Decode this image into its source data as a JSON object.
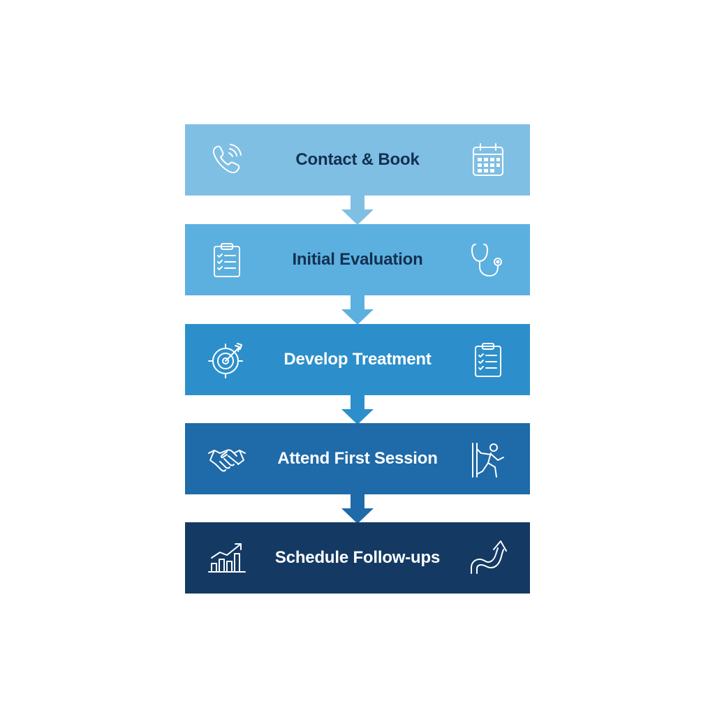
{
  "steps": [
    {
      "label": "Contact & Book",
      "left_icon": "phone-icon",
      "right_icon": "calendar-icon",
      "color": "#7fbfe4",
      "text_color": "#12304f"
    },
    {
      "label": "Initial Evaluation",
      "left_icon": "clipboard-checklist-icon",
      "right_icon": "stethoscope-icon",
      "color": "#5cb0df",
      "text_color": "#12304f"
    },
    {
      "label": "Develop Treatment",
      "left_icon": "target-icon",
      "right_icon": "clipboard-checklist-icon",
      "color": "#2c8fcb",
      "text_color": "#ffffff"
    },
    {
      "label": "Attend First Session",
      "left_icon": "handshake-icon",
      "right_icon": "exercise-icon",
      "color": "#1f6aa8",
      "text_color": "#ffffff"
    },
    {
      "label": "Schedule Follow-ups",
      "left_icon": "growth-chart-icon",
      "right_icon": "trending-arrow-icon",
      "color": "#143a64",
      "text_color": "#ffffff"
    }
  ],
  "arrows": [
    {
      "color": "#7fbfe4"
    },
    {
      "color": "#5cb0df"
    },
    {
      "color": "#2c8fcb"
    },
    {
      "color": "#1f6aa8"
    }
  ]
}
